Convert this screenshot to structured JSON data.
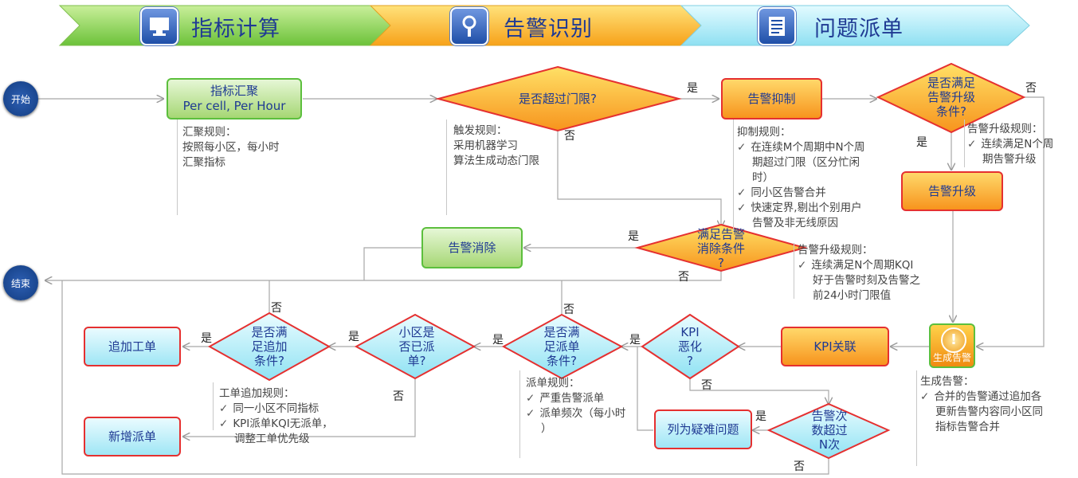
{
  "header": {
    "stage1": "指标计算",
    "stage2": "告警识别",
    "stage3": "问题派单"
  },
  "terminals": {
    "start": "开始",
    "end": "结束"
  },
  "boxes": {
    "aggregate_title": "指标汇聚",
    "aggregate_sub": "Per cell, Per Hour",
    "suppress": "告警抑制",
    "upgrade": "告警升级",
    "clear": "告警消除",
    "kpi_assoc": "KPI关联",
    "append_order": "追加工单",
    "new_order": "新增派单",
    "difficult": "列为疑难问题",
    "generate_alarm": "生成告警"
  },
  "decisions": {
    "threshold": "是否超过门限?",
    "upgrade_cond": [
      "是否满足",
      "告警升级",
      "条件?"
    ],
    "clear_cond": [
      "满足告警",
      "消除条件",
      "?"
    ],
    "kpi_worse": [
      "KPI",
      "恶化",
      "?"
    ],
    "dispatch_cond": [
      "是否满",
      "足派单",
      "条件?"
    ],
    "cell_dispatched": [
      "小区是",
      "否已派",
      "单?"
    ],
    "append_cond": [
      "是否满",
      "足追加",
      "条件?"
    ],
    "alarm_count": [
      "告警次",
      "数超过",
      "N次"
    ]
  },
  "yesno": {
    "yes": "是",
    "no": "否"
  },
  "notes": {
    "aggregate": [
      "汇聚规则：",
      "按照每小区，每小时",
      "汇聚指标"
    ],
    "trigger": [
      "触发规则：",
      "采用机器学习",
      "算法生成动态门限"
    ],
    "suppress_title": "抑制规则：",
    "suppress_items": [
      "在连续M个周期中N个周",
      "期超过门限（区分忙闲",
      "时）",
      "同小区告警合并",
      "快速定界,剔出个别用户",
      "告警及非无线原因"
    ],
    "upgrade_title": "告警升级规则：",
    "upgrade_items": [
      "连续满足N个周",
      "期告警升级"
    ],
    "upgrade2_title": "告警升级规则：",
    "upgrade2_items": [
      "连续满足N个周期KQI",
      "好于告警时刻及告警之",
      "前24小时门限值"
    ],
    "generate_title": "生成告警：",
    "generate_items": [
      "合并的告警通过追加各",
      "更新告警内容同小区同",
      "指标告警合并"
    ],
    "dispatch_title": "派单规则：",
    "dispatch_items": [
      "严重告警派单",
      "派单频次（每小时",
      "）"
    ],
    "append_title": "工单追加规则：",
    "append_items": [
      "同一小区不同指标",
      "KPI派单KQI无派单，",
      "调整工单优先级"
    ]
  }
}
